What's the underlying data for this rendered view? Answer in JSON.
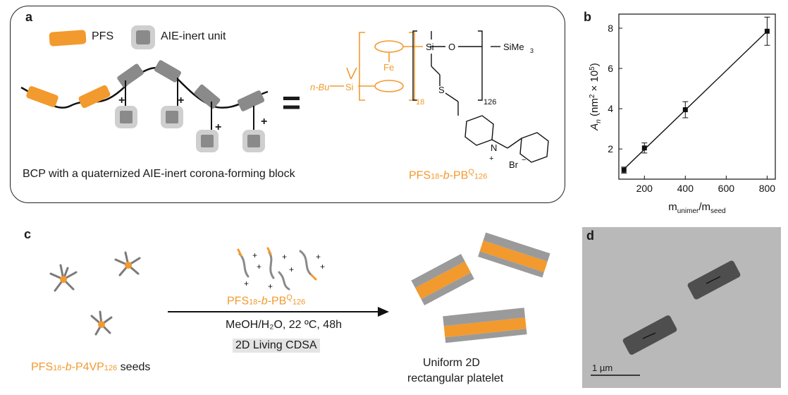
{
  "panels": {
    "a": "a",
    "b": "b",
    "c": "c",
    "d": "d"
  },
  "panel_a": {
    "legend_pfs": "PFS",
    "legend_aie": "AIE-inert unit",
    "caption": "BCP with a quaternized AIE-inert corona-forming block",
    "equals": "=",
    "plus": "+",
    "struct": {
      "nbu": "n-Bu",
      "si": "Si",
      "fe": "Fe",
      "sub18": "18",
      "si_top": "Si",
      "o": "O",
      "sime3": "SiMe",
      "sime3_sub": "3",
      "sub126": "126",
      "s": "S",
      "n": "N",
      "nplus": "+",
      "br": "Br",
      "brminus": "−"
    },
    "polymer_name": {
      "p1": "PFS",
      "s1": "18",
      "p2": "-",
      "p3": "b",
      "p4": "-PB",
      "sup": "Q",
      "s2": "126"
    }
  },
  "panel_c": {
    "seed_name": {
      "p1": "PFS",
      "s1": "18",
      "p2": "-",
      "p3": "b",
      "p4": "-P4VP",
      "s2": "126",
      "p5": " seeds"
    },
    "unimer_name": {
      "p1": "PFS",
      "s1": "18",
      "p2": "-",
      "p3": "b",
      "p4": "-PB",
      "sup": "Q",
      "s2": "126"
    },
    "conditions": "MeOH/H₂O, 22 ºC, 48h",
    "method": "2D Living CDSA",
    "product_line1": "Uniform 2D",
    "product_line2": "rectangular platelet"
  },
  "panel_d": {
    "scale_label": "1 µm"
  },
  "chart_data": {
    "type": "scatter",
    "title": "",
    "xlabel": "m_unimer/m_seed",
    "ylabel": "A_n (nm² × 10⁵)",
    "xlim": [
      75,
      840
    ],
    "ylim": [
      0.5,
      8.7
    ],
    "x_ticks": [
      200,
      400,
      600,
      800
    ],
    "y_ticks": [
      2,
      4,
      6,
      8
    ],
    "series": [
      {
        "x": [
          100,
          200,
          400,
          800
        ],
        "y": [
          0.95,
          2.05,
          3.95,
          7.85
        ],
        "err": [
          0.15,
          0.25,
          0.4,
          0.7
        ]
      }
    ],
    "fit_line": {
      "x": [
        100,
        800
      ],
      "y": [
        1.0,
        7.85
      ]
    },
    "colors": {
      "marks": "#111111"
    }
  },
  "colors": {
    "pfs": "#f29a2e",
    "aie": "#8a8a8a",
    "aie_bg": "#cfcfcf"
  }
}
